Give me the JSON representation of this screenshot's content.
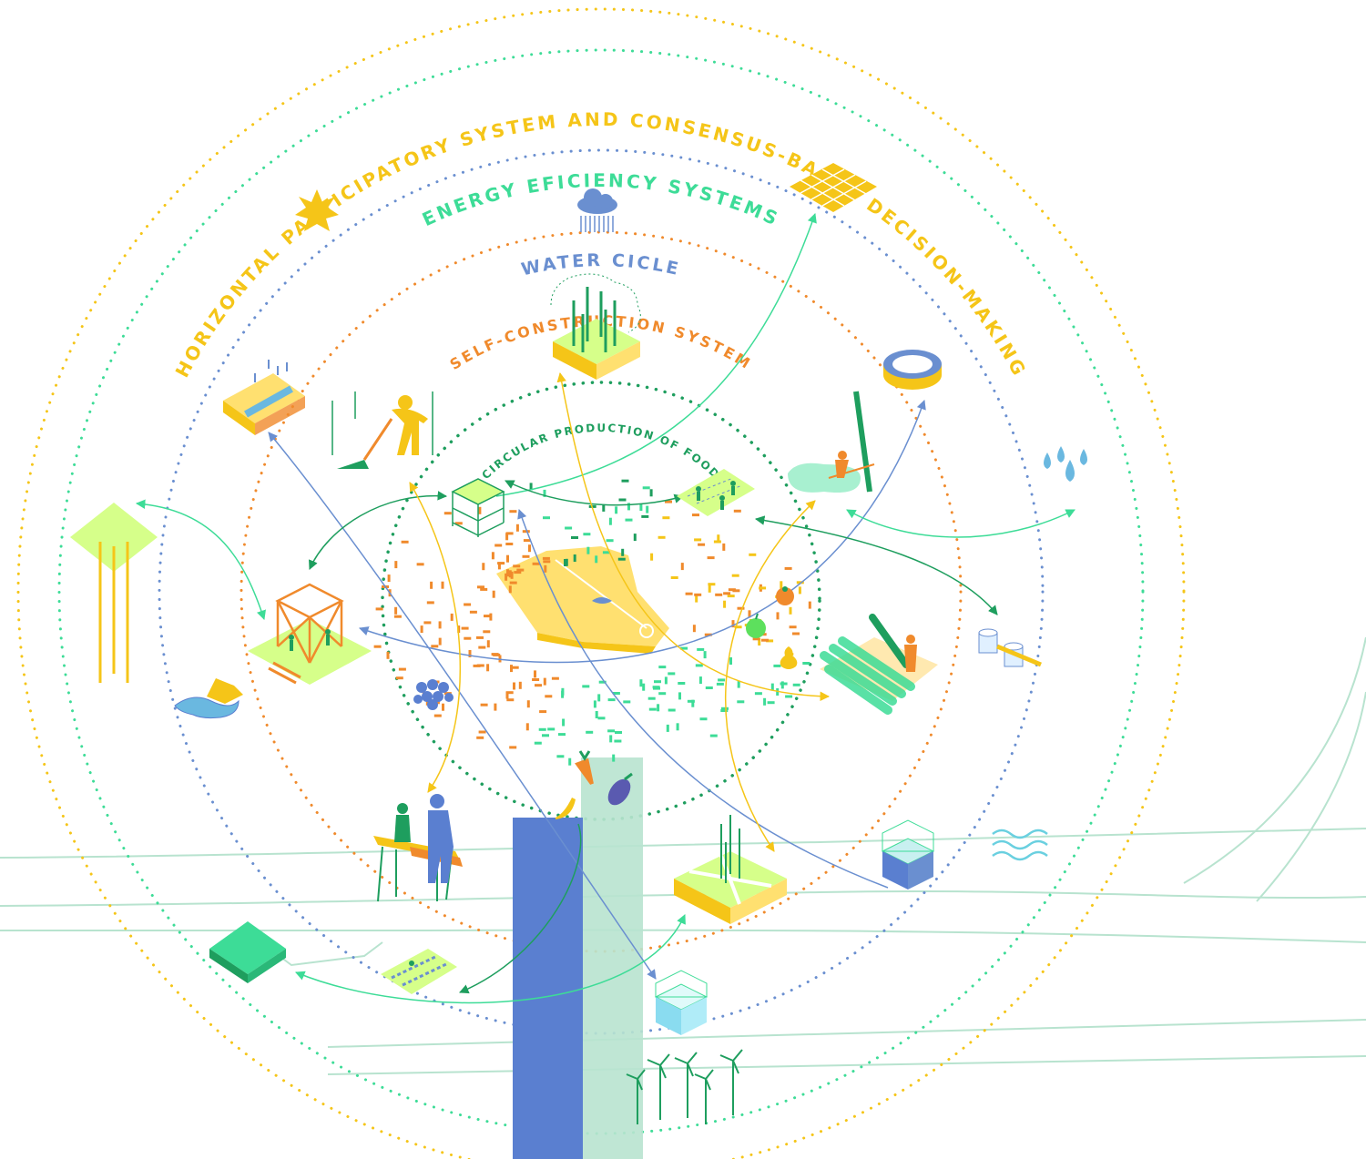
{
  "rings": {
    "governance": {
      "label": "HORIZONTAL PARTICIPATORY SYSTEM AND CONSENSUS-BASED DECISION-MAKING",
      "color": "#f5c518"
    },
    "energy": {
      "label": "ENERGY EFICIENCY SYSTEMS",
      "color": "#3ddc97"
    },
    "water": {
      "label": "WATER CICLE",
      "color": "#6a8fd0"
    },
    "construction": {
      "label": "SELF-CONSTRUCTION SYSTEM",
      "color": "#f08a2c"
    },
    "food": {
      "label": "CIRCULAR PRODUCTION OF FOOD",
      "color": "#1e9e5e"
    }
  },
  "colors": {
    "yellow": "#f5c518",
    "light_yellow": "#ffe070",
    "green": "#1e9e5e",
    "mint": "#3ddc97",
    "pale_green": "#d6ff8a",
    "blue": "#6a8fd0",
    "orange": "#f08a2c",
    "dark_blue": "#5a7fd0",
    "pale_mint": "#b8e3cf"
  },
  "icons": [
    "sun-icon",
    "rain-cloud-icon",
    "solar-panel-icon",
    "water-tank-ring-icon",
    "water-drops-icon",
    "wind-waves-icon",
    "wind-turbines-icon",
    "greenhouse-icon",
    "farmers-field-icon",
    "bamboo-frame-house-icon",
    "carpenters-icon",
    "raised-beds-icon",
    "terrain-block-icon",
    "bamboo-bundle-icon",
    "water-cubes-icon",
    "rain-garden-icon",
    "digging-farmer-icon",
    "vertical-garden-icon",
    "pond-icon",
    "grapes-icon",
    "apple-icon",
    "tomato-icon",
    "pear-icon",
    "carrot-icon",
    "eggplant-icon",
    "pepper-icon"
  ]
}
